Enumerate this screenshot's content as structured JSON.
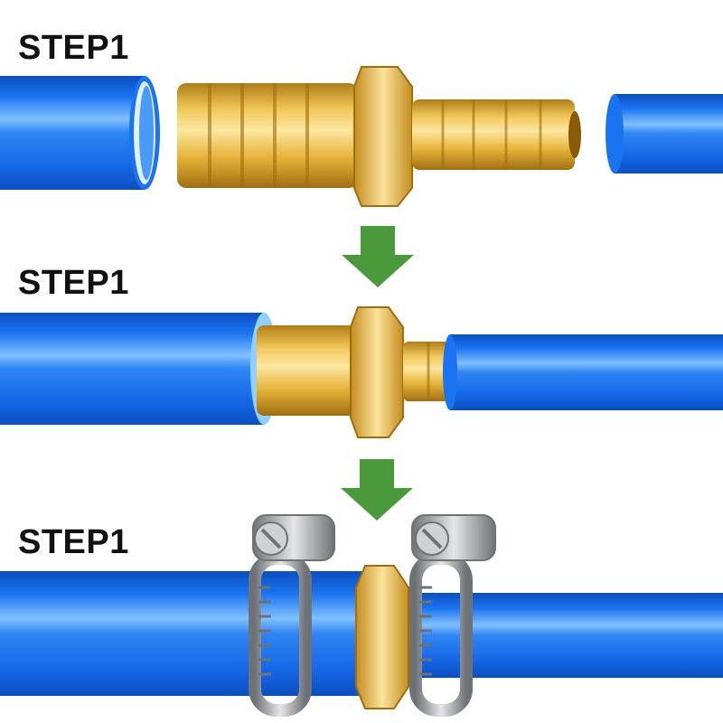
{
  "steps": [
    {
      "label": "STEP1"
    },
    {
      "label": "STEP1"
    },
    {
      "label": "STEP1"
    }
  ],
  "colors": {
    "hose": "#1a73f0",
    "hose_light": "#7fc0ff",
    "hose_dark": "#0b4fbf",
    "brass": "#e7b53a",
    "brass_light": "#fbe7a0",
    "brass_dark": "#b07d14",
    "arrow": "#4a9a3c",
    "clamp": "#a9acb0",
    "clamp_dark": "#6e7276"
  },
  "icons": [
    "down-arrow-icon",
    "down-arrow-icon"
  ]
}
